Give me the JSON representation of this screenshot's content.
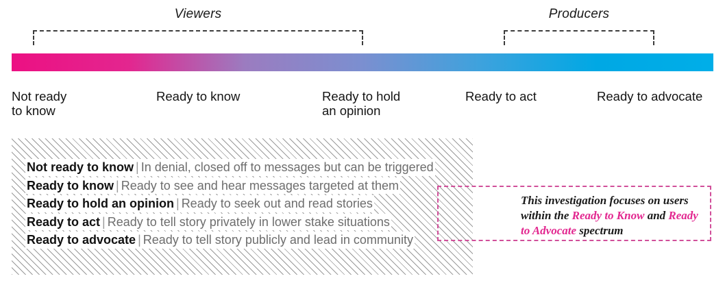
{
  "groups": [
    {
      "label": "Viewers"
    },
    {
      "label": "Producers"
    }
  ],
  "spectrum": {
    "gradient_stops": [
      "#ec1083",
      "#e3268f",
      "#9b7cc0",
      "#7b8fd0",
      "#3ea2dd",
      "#00a8e4",
      "#00aee8"
    ],
    "start_color": "#ec1083",
    "mid_color": "#8283c8",
    "end_color": "#00aee8",
    "scale_labels": [
      "Not ready\nto know",
      "Ready to know",
      "Ready to hold\nan opinion",
      "Ready to act",
      "Ready to advocate"
    ]
  },
  "definitions": [
    {
      "term": "Not ready to know",
      "separator": "|",
      "description": "In denial, closed off to messages but can be triggered"
    },
    {
      "term": "Ready to know",
      "separator": "|",
      "description": "Ready to see and hear messages targeted at them"
    },
    {
      "term": "Ready to hold an opinion",
      "separator": "|",
      "description": "Ready to seek out and read stories"
    },
    {
      "term": "Ready to act",
      "separator": "|",
      "description": "Ready to tell story privately in lower stake situations"
    },
    {
      "term": "Ready to advocate",
      "separator": "|",
      "description": "Ready to tell story publicly and lead in community"
    }
  ],
  "callout": {
    "border_color": "#d14f9a",
    "highlight_color": "#e2268f",
    "line1_pre": "This investigation focuses on users",
    "line2_pre": "within the ",
    "line2_highlight": "Ready to Know",
    "line2_post": " and",
    "line3_highlight": "Ready to Advocate",
    "line3_post": " spectrum"
  }
}
